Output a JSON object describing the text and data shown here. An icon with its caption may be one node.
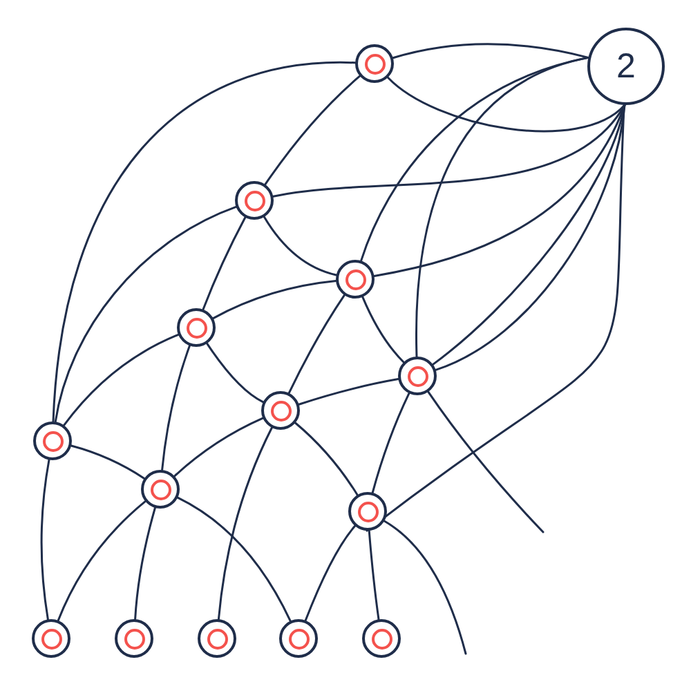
{
  "diagram": {
    "nodes": [
      {
        "text": [],
        "shape": "circle"
      },
      {
        "text": [
          "2"
        ]
      },
      {
        "text": [],
        "shape": "circle"
      },
      {
        "text": [],
        "shape": "circle"
      },
      {
        "text": [],
        "shape": "circle"
      },
      {
        "text": [],
        "shape": "circle"
      },
      {
        "text": [],
        "shape": "circle"
      },
      {
        "text": [],
        "shape": "circle"
      },
      {
        "text": [],
        "shape": "circle"
      },
      {
        "text": [],
        "shape": "circle"
      },
      {
        "text": [],
        "shape": "circle"
      },
      {
        "text": [],
        "shape": "circle"
      },
      {
        "text": [],
        "shape": "circle"
      },
      {
        "text": [],
        "shape": "circle"
      },
      {
        "text": [],
        "shape": "circle"
      }
    ],
    "edges": [
      {
        "from": 0,
        "to": 1,
        "arrow": "none"
      },
      {
        "from": 0,
        "to": 1,
        "arrow": "none"
      },
      {
        "from": 0,
        "to": 2,
        "arrow": "none"
      },
      {
        "from": 7,
        "to": 0,
        "arrow": "none"
      },
      {
        "from": 7,
        "to": 2,
        "arrow": "none"
      },
      {
        "from": 2,
        "to": 1,
        "arrow": "none"
      },
      {
        "from": 2,
        "to": 4,
        "arrow": "none"
      },
      {
        "from": 2,
        "to": 3,
        "arrow": "none"
      },
      {
        "from": 3,
        "to": 1,
        "arrow": "none"
      },
      {
        "from": 3,
        "to": 1,
        "arrow": "none"
      },
      {
        "from": 3,
        "to": 4,
        "arrow": "none"
      },
      {
        "from": 3,
        "to": 6,
        "arrow": "none"
      },
      {
        "from": 3,
        "to": 5,
        "arrow": "none"
      },
      {
        "from": 4,
        "to": 7,
        "arrow": "none"
      },
      {
        "from": 4,
        "to": 8,
        "arrow": "none"
      },
      {
        "from": 4,
        "to": 6,
        "arrow": "none"
      },
      {
        "from": 5,
        "to": 1,
        "arrow": "none"
      },
      {
        "from": 5,
        "to": 1,
        "arrow": "none"
      },
      {
        "from": 5,
        "to": 1,
        "arrow": "none"
      },
      {
        "from": 5,
        "to": 6,
        "arrow": "none"
      },
      {
        "from": 5,
        "to": 9,
        "arrow": "none"
      },
      {
        "from": 5,
        "to": null,
        "arrow": "none"
      },
      {
        "from": 6,
        "to": 8,
        "arrow": "none"
      },
      {
        "from": 6,
        "to": 9,
        "arrow": "none"
      },
      {
        "from": 6,
        "to": 12,
        "arrow": "none"
      },
      {
        "from": 7,
        "to": 8,
        "arrow": "none"
      },
      {
        "from": 7,
        "to": 10,
        "arrow": "none"
      },
      {
        "from": 8,
        "to": 10,
        "arrow": "none"
      },
      {
        "from": 8,
        "to": 11,
        "arrow": "none"
      },
      {
        "from": 8,
        "to": 13,
        "arrow": "none"
      },
      {
        "from": 9,
        "to": 1,
        "arrow": "none"
      },
      {
        "from": 9,
        "to": 13,
        "arrow": "none"
      },
      {
        "from": 9,
        "to": 14,
        "arrow": "none"
      },
      {
        "from": 9,
        "to": null,
        "arrow": "none"
      }
    ]
  }
}
